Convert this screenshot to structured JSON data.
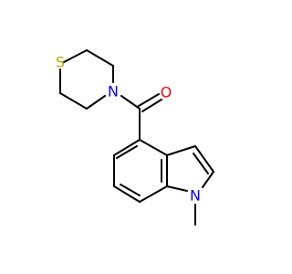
{
  "molecule": {
    "atom_labels": {
      "sulfur": "S",
      "morpholine_nitrogen": "N",
      "carbonyl_oxygen": "O",
      "indole_nitrogen": "N"
    },
    "colors": {
      "bond": "#000000",
      "sulfur": "#b8a800",
      "nitrogen": "#0000ff",
      "oxygen": "#ff0000"
    }
  }
}
